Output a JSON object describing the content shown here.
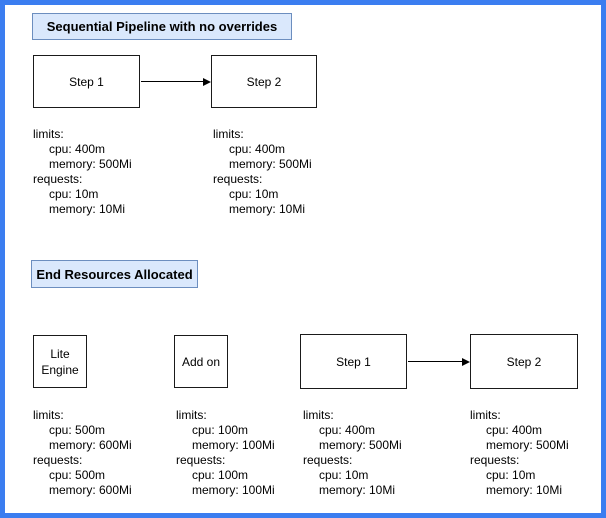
{
  "colors": {
    "frame_border": "#3b7df0",
    "title_fill": "#dae8fc",
    "title_border": "#6c8ebf",
    "box_border": "#1a1a1a",
    "text": "#000000"
  },
  "section1": {
    "title": "Sequential Pipeline with no overrides",
    "nodes": [
      {
        "label": "Step 1"
      },
      {
        "label": "Step 2"
      }
    ],
    "resources": [
      {
        "limits_label": "limits:",
        "limits_cpu": "cpu: 400m",
        "limits_memory": "memory: 500Mi",
        "requests_label": "requests:",
        "requests_cpu": "cpu: 10m",
        "requests_memory": "memory: 10Mi"
      },
      {
        "limits_label": "limits:",
        "limits_cpu": "cpu: 400m",
        "limits_memory": "memory: 500Mi",
        "requests_label": "requests:",
        "requests_cpu": "cpu: 10m",
        "requests_memory": "memory: 10Mi"
      }
    ]
  },
  "section2": {
    "title": "End Resources Allocated",
    "nodes": [
      {
        "label": "Lite Engine"
      },
      {
        "label": "Add on"
      },
      {
        "label": "Step 1"
      },
      {
        "label": "Step 2"
      }
    ],
    "resources": [
      {
        "limits_label": "limits:",
        "limits_cpu": "cpu: 500m",
        "limits_memory": "memory: 600Mi",
        "requests_label": "requests:",
        "requests_cpu": "cpu: 500m",
        "requests_memory": "memory: 600Mi"
      },
      {
        "limits_label": "limits:",
        "limits_cpu": "cpu: 100m",
        "limits_memory": "memory: 100Mi",
        "requests_label": "requests:",
        "requests_cpu": "cpu: 100m",
        "requests_memory": "memory: 100Mi"
      },
      {
        "limits_label": "limits:",
        "limits_cpu": "cpu: 400m",
        "limits_memory": "memory: 500Mi",
        "requests_label": "requests:",
        "requests_cpu": "cpu: 10m",
        "requests_memory": "memory: 10Mi"
      },
      {
        "limits_label": "limits:",
        "limits_cpu": "cpu: 400m",
        "limits_memory": "memory: 500Mi",
        "requests_label": "requests:",
        "requests_cpu": "cpu: 10m",
        "requests_memory": "memory: 10Mi"
      }
    ]
  }
}
